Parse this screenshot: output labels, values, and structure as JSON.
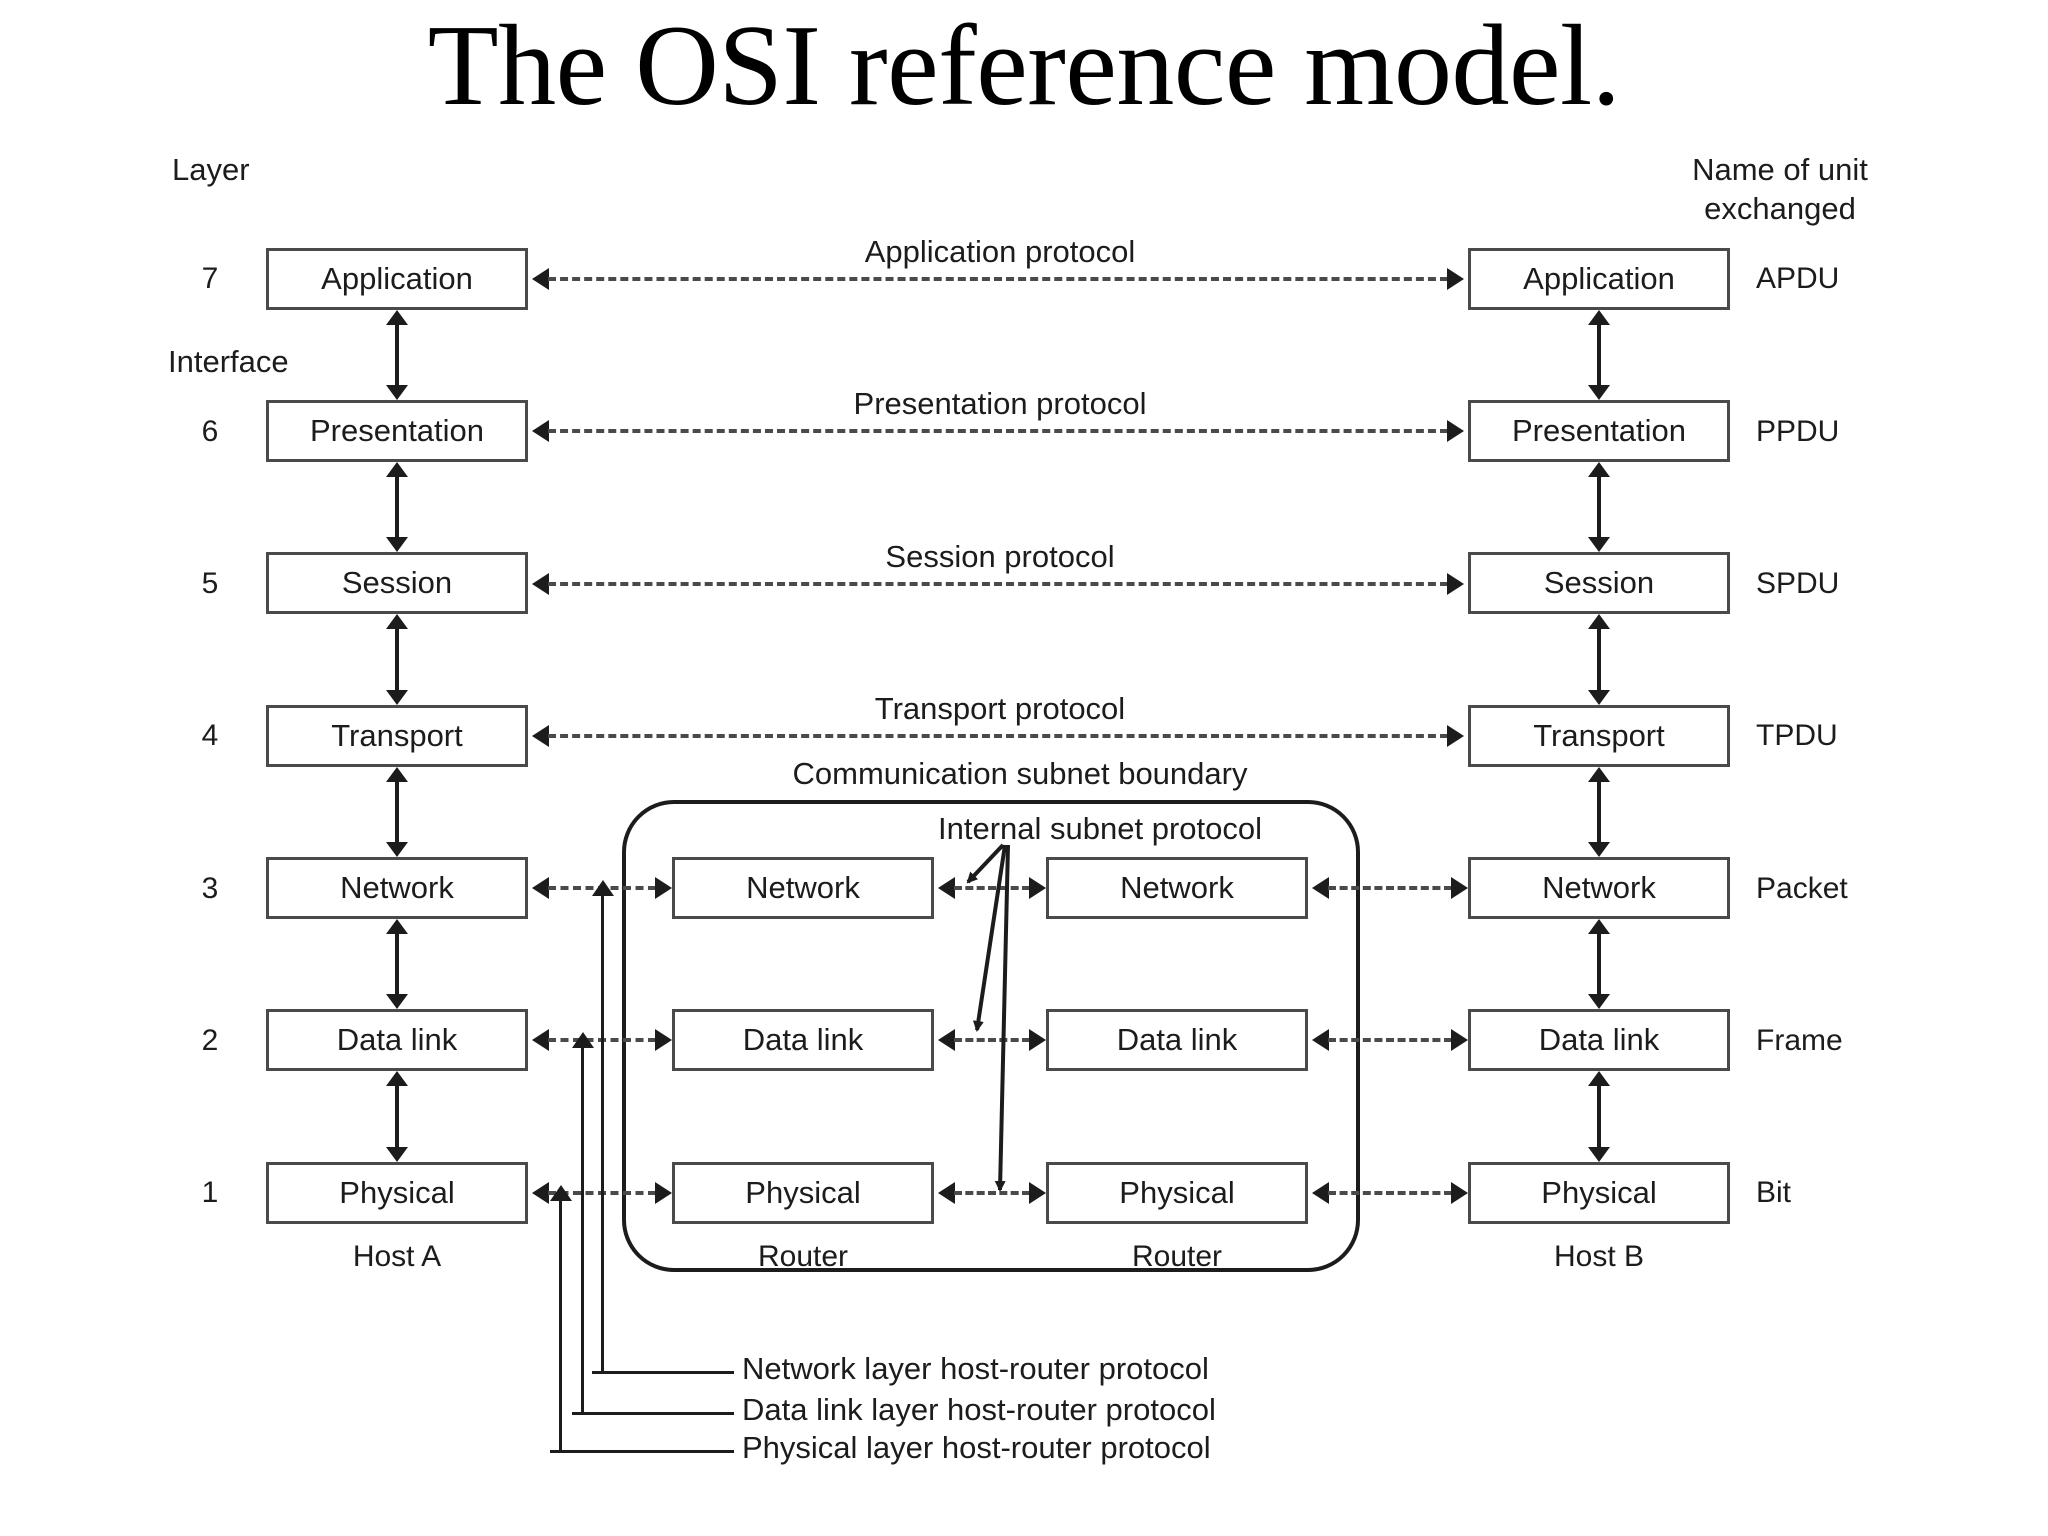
{
  "title": "The OSI reference model.",
  "headers": {
    "layer": "Layer",
    "unit_line1": "Name of unit",
    "unit_line2": "exchanged",
    "interface": "Interface"
  },
  "layers": [
    {
      "number": "7",
      "name": "Application",
      "protocol": "Application protocol",
      "unit": "APDU"
    },
    {
      "number": "6",
      "name": "Presentation",
      "protocol": "Presentation protocol",
      "unit": "PPDU"
    },
    {
      "number": "5",
      "name": "Session",
      "protocol": "Session protocol",
      "unit": "SPDU"
    },
    {
      "number": "4",
      "name": "Transport",
      "protocol": "Transport protocol",
      "unit": "TPDU"
    },
    {
      "number": "3",
      "name": "Network",
      "protocol": "",
      "unit": "Packet"
    },
    {
      "number": "2",
      "name": "Data link",
      "protocol": "",
      "unit": "Frame"
    },
    {
      "number": "1",
      "name": "Physical",
      "protocol": "",
      "unit": "Bit"
    }
  ],
  "subnet": {
    "boundary_label": "Communication subnet boundary",
    "internal_label": "Internal subnet protocol",
    "router1": {
      "caption": "Router",
      "network": "Network",
      "datalink": "Data link",
      "physical": "Physical"
    },
    "router2": {
      "caption": "Router",
      "network": "Network",
      "datalink": "Data link",
      "physical": "Physical"
    }
  },
  "hosts": {
    "host_a": "Host A",
    "host_b": "Host B"
  },
  "host_router_protocols": [
    "Network layer host-router protocol",
    "Data link layer host-router protocol",
    "Physical layer host-router protocol"
  ],
  "colors": {
    "ink": "#1c1c1c",
    "box_border": "#4a4a4a",
    "background": "#ffffff"
  }
}
